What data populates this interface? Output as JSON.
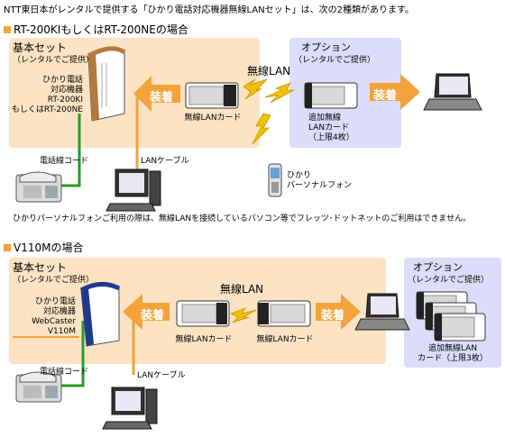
{
  "intro": "NTT東日本がレンタルで提供する「ひかり電話対応機器無線LANセット」は、次の2種類があります。",
  "section1": {
    "heading": "RT-200KIもしくはRT-200NEの場合",
    "basic_title": "基本セット",
    "basic_sub": "（レンタルでご提供）",
    "device_label": "ひかり電話\n対応機器\nRT-200KI\nもしくはRT-200NE",
    "attach_label": "装着",
    "card_label": "無線LANカード",
    "wireless_label": "無線LAN",
    "option_title": "オプション",
    "option_sub": "（レンタルでご提供）",
    "option_card_label": "追加無線\nLANカード\n（上限4枚）",
    "attach_label2": "装着",
    "phone_cord_label": "電話線コード",
    "lan_cable_label": "LANケーブル",
    "personal_phone_label": "ひかり\nパーソナルフォン",
    "note": "ひかりパーソナルフォンご利用の際は、無線LANを接続しているパソコン等でフレッツ･ドットネットのご利用はできません。"
  },
  "section2": {
    "heading": "V110Mの場合",
    "basic_title": "基本セット",
    "basic_sub": "（レンタルでご提供）",
    "device_label": "ひかり電話\n対応機器\nWebCaster\nV110M",
    "attach_label": "装着",
    "wireless_label": "無線LAN",
    "card_label_a": "無線LANカード",
    "card_label_b": "無線LANカード",
    "attach_label2": "装着",
    "option_title": "オプション",
    "option_sub": "（レンタルでご提供）",
    "option_card_label": "追加無線LAN\nカード（上限3枚）",
    "phone_cord_label": "電話線コード",
    "lan_cable_label": "LANケーブル"
  },
  "colors": {
    "peach": "#fbe3c4",
    "lavender": "#dcdcfb",
    "arrow_orange": "#f3a33a",
    "cable_green": "#2a9a2a",
    "cable_orange": "#f3a33a",
    "lightning": "#f2c200"
  }
}
